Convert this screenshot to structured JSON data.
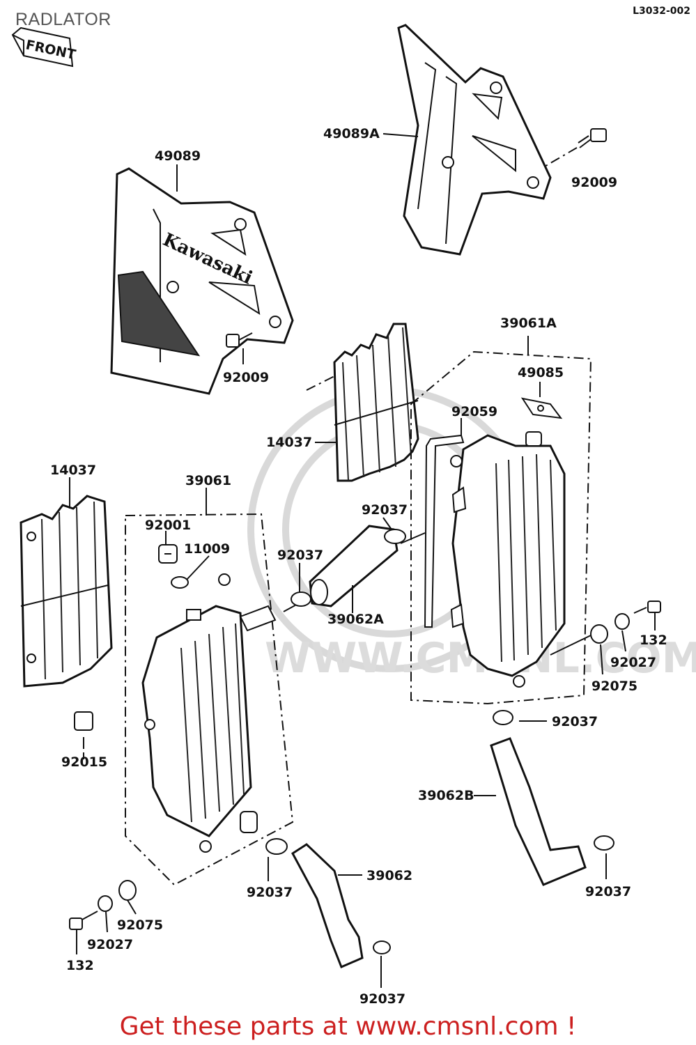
{
  "title": "RADLATOR",
  "diagram_code": "L3032-002",
  "front_label": "FRONT",
  "shroud_brand": "Kawasaki",
  "watermark": "WWW.CMSNL.COM",
  "call_to_action": "Get these parts at www.cmsnl.com !",
  "colors": {
    "cta": "#cc1f1f",
    "ink": "#111111",
    "watermark": "#dcdcdc"
  },
  "parts": [
    {
      "id": "p-49089a",
      "label": "49089A"
    },
    {
      "id": "p-92009-a",
      "label": "92009"
    },
    {
      "id": "p-49089",
      "label": "49089"
    },
    {
      "id": "p-92009-b",
      "label": "92009"
    },
    {
      "id": "p-39061a",
      "label": "39061A"
    },
    {
      "id": "p-49085",
      "label": "49085"
    },
    {
      "id": "p-92059",
      "label": "92059"
    },
    {
      "id": "p-14037-a",
      "label": "14037"
    },
    {
      "id": "p-14037-b",
      "label": "14037"
    },
    {
      "id": "p-39061",
      "label": "39061"
    },
    {
      "id": "p-92001",
      "label": "92001"
    },
    {
      "id": "p-11009",
      "label": "11009"
    },
    {
      "id": "p-92037-a",
      "label": "92037"
    },
    {
      "id": "p-92037-b",
      "label": "92037"
    },
    {
      "id": "p-39062a",
      "label": "39062A"
    },
    {
      "id": "p-132-a",
      "label": "132"
    },
    {
      "id": "p-92027-a",
      "label": "92027"
    },
    {
      "id": "p-92075-a",
      "label": "92075"
    },
    {
      "id": "p-92037-c",
      "label": "92037"
    },
    {
      "id": "p-92015",
      "label": "92015"
    },
    {
      "id": "p-39062b",
      "label": "39062B"
    },
    {
      "id": "p-92037-d",
      "label": "92037"
    },
    {
      "id": "p-39062",
      "label": "39062"
    },
    {
      "id": "p-92037-e",
      "label": "92037"
    },
    {
      "id": "p-92075-b",
      "label": "92075"
    },
    {
      "id": "p-92027-b",
      "label": "92027"
    },
    {
      "id": "p-132-b",
      "label": "132"
    },
    {
      "id": "p-92037-f",
      "label": "92037"
    }
  ]
}
